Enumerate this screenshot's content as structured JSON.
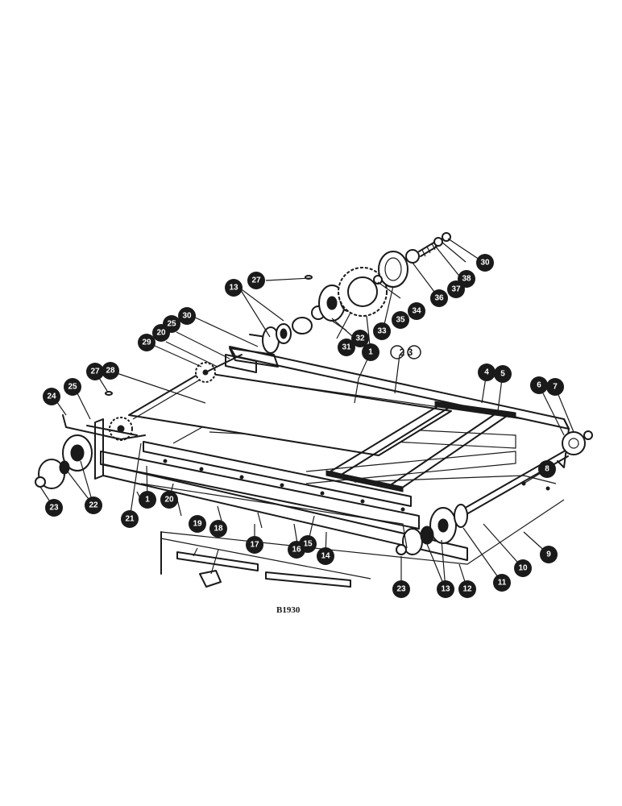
{
  "figure_id": "B1930",
  "callouts": {
    "c1a": "1",
    "c1b": "1",
    "c2_3": "2 3",
    "c4": "4",
    "c5": "5",
    "c6": "6",
    "c7": "7",
    "c8a": "8",
    "c8b": "8",
    "c9": "9",
    "c10": "10",
    "c11": "11",
    "c12": "12",
    "c13a": "13",
    "c13b": "13",
    "c14": "14",
    "c15": "15",
    "c16": "16",
    "c17": "17",
    "c18": "18",
    "c19": "19",
    "c20a": "20",
    "c20b": "20",
    "c21": "21",
    "c22a": "22",
    "c22b": "22",
    "c23a": "23",
    "c23b": "23",
    "c24": "24",
    "c25a": "25",
    "c25b": "25",
    "c27a": "27",
    "c27b": "27",
    "c28": "28",
    "c29": "29",
    "c30a": "30",
    "c30b": "30",
    "c31": "31",
    "c32": "32",
    "c33": "33",
    "c34": "34",
    "c35": "35",
    "c36": "36",
    "c37": "37",
    "c38": "38"
  }
}
